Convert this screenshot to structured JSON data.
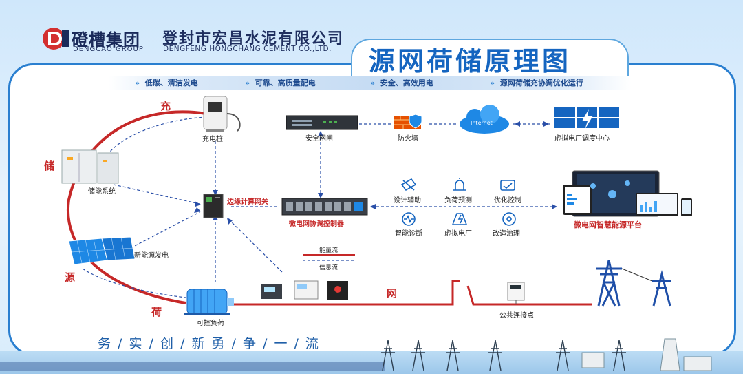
{
  "header": {
    "brand_cn": "磴槽集团",
    "brand_en": "DENGCAO GROUP",
    "company_cn": "登封市宏昌水泥有限公司",
    "company_en": "DENGFENG HONGCHANG CEMENT CO.,LTD.",
    "title": "源网荷储原理图"
  },
  "slogans": [
    "低碳、清洁发电",
    "可靠、高质量配电",
    "安全、高效用电",
    "源网荷储充协调优化运行"
  ],
  "side_labels": {
    "charge": "充",
    "storage": "储",
    "source": "源",
    "load": "荷",
    "grid": "网"
  },
  "nodes": {
    "charging_pile": "充电桩",
    "storage_system": "储能系统",
    "new_energy": "新能源发电",
    "controllable_load": "可控负荷",
    "edge_gateway": "边缘计算网关",
    "controller": "微电网协调控制器",
    "security_gateway": "安全网闸",
    "firewall": "防火墙",
    "internet": "Internet",
    "vpp_center": "虚拟电厂调度中心",
    "platform": "微电网智慧能源平台",
    "common_point": "公共连接点"
  },
  "functions": [
    "设计辅助",
    "负荷预测",
    "优化控制",
    "智能诊断",
    "虚拟电厂",
    "改造治理"
  ],
  "legend": {
    "energy": "能量流",
    "info": "信息流"
  },
  "colors": {
    "energy_flow": "#c62828",
    "info_flow": "#2a4fa8",
    "accent": "#1565c0"
  },
  "motto": "务 / 实 / 创 / 新   勇 / 争 / 一 / 流"
}
